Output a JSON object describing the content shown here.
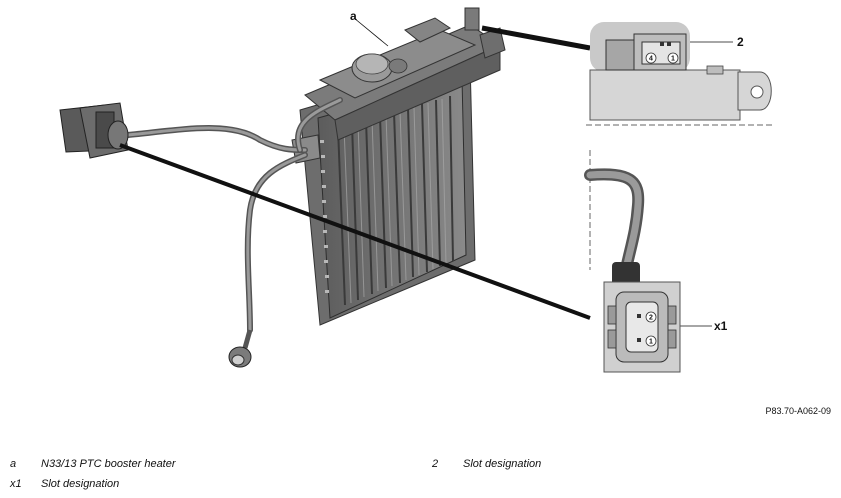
{
  "callouts": {
    "a": "a",
    "two": "2",
    "x1": "x1"
  },
  "pin_labels": {
    "top_connector_left": "4",
    "top_connector_right": "1",
    "bottom_connector_top": "2",
    "bottom_connector_bottom": "1"
  },
  "drawing_ref": "P83.70-A062-09",
  "legend": [
    {
      "key": "a",
      "text": "N33/13 PTC booster heater"
    },
    {
      "key": "2",
      "text": "Slot designation"
    },
    {
      "key": "x1",
      "text": "Slot designation"
    }
  ]
}
